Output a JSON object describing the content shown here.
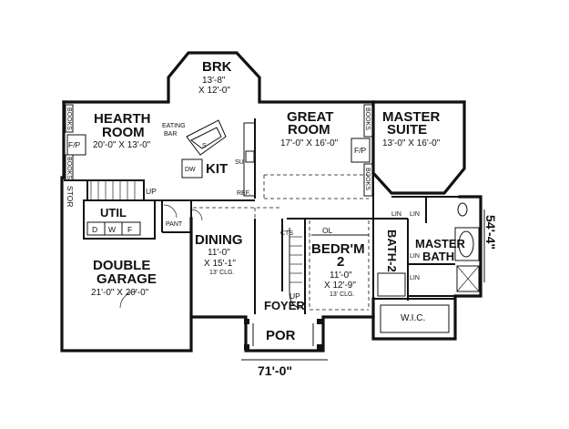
{
  "plan": {
    "rooms": {
      "brk": {
        "name": "BRK",
        "dim1": "13'-8\"",
        "dim2": "X 12'-0\""
      },
      "hearth": {
        "name1": "HEARTH",
        "name2": "ROOM",
        "dim": "20'-0\" X 13'-0\""
      },
      "great": {
        "name1": "GREAT",
        "name2": "ROOM",
        "dim": "17'-0\" X 16'-0\""
      },
      "master_suite": {
        "name1": "MASTER",
        "name2": "SUITE",
        "dim": "13'-0\" X 16'-0\""
      },
      "kit": {
        "name": "KIT"
      },
      "util": {
        "name": "UTIL"
      },
      "dining": {
        "name": "DINING",
        "dim1": "11'-0\"",
        "dim2": "X 15'-1\"",
        "ceiling": "13' CLG."
      },
      "bedroom2": {
        "name1": "BEDR'M",
        "name2": "2",
        "dim1": "11'-0\"",
        "dim2": "X 12'-9\"",
        "ceiling": "13' CLG."
      },
      "garage": {
        "name1": "DOUBLE",
        "name2": "GARAGE",
        "dim": "21'-0\" X 20'-0\""
      },
      "foyer": {
        "name": "FOYER"
      },
      "porch": {
        "name": "POR"
      },
      "bath2": {
        "name": "BATH-2"
      },
      "master_bath": {
        "name1": "MASTER",
        "name2": "BATH"
      },
      "wic": {
        "name": "W.I.C."
      }
    },
    "labels": {
      "eating_bar": [
        "EATING",
        "BAR"
      ],
      "fp_hearth": "F/P",
      "fp_great": "F/P",
      "books": "BOOKS",
      "stor": "STOR",
      "up_garage": "UP",
      "up_foyer": "UP",
      "dw": "DW",
      "su": "SU",
      "ref": "REF.",
      "pant": "PANT",
      "cts": "CTS",
      "ol": "OL",
      "lin": "LIN",
      "s": "S",
      "d": "D",
      "w": "W",
      "f": "F"
    },
    "overall": {
      "width": "71'-0\"",
      "depth": "54'-4\""
    }
  }
}
